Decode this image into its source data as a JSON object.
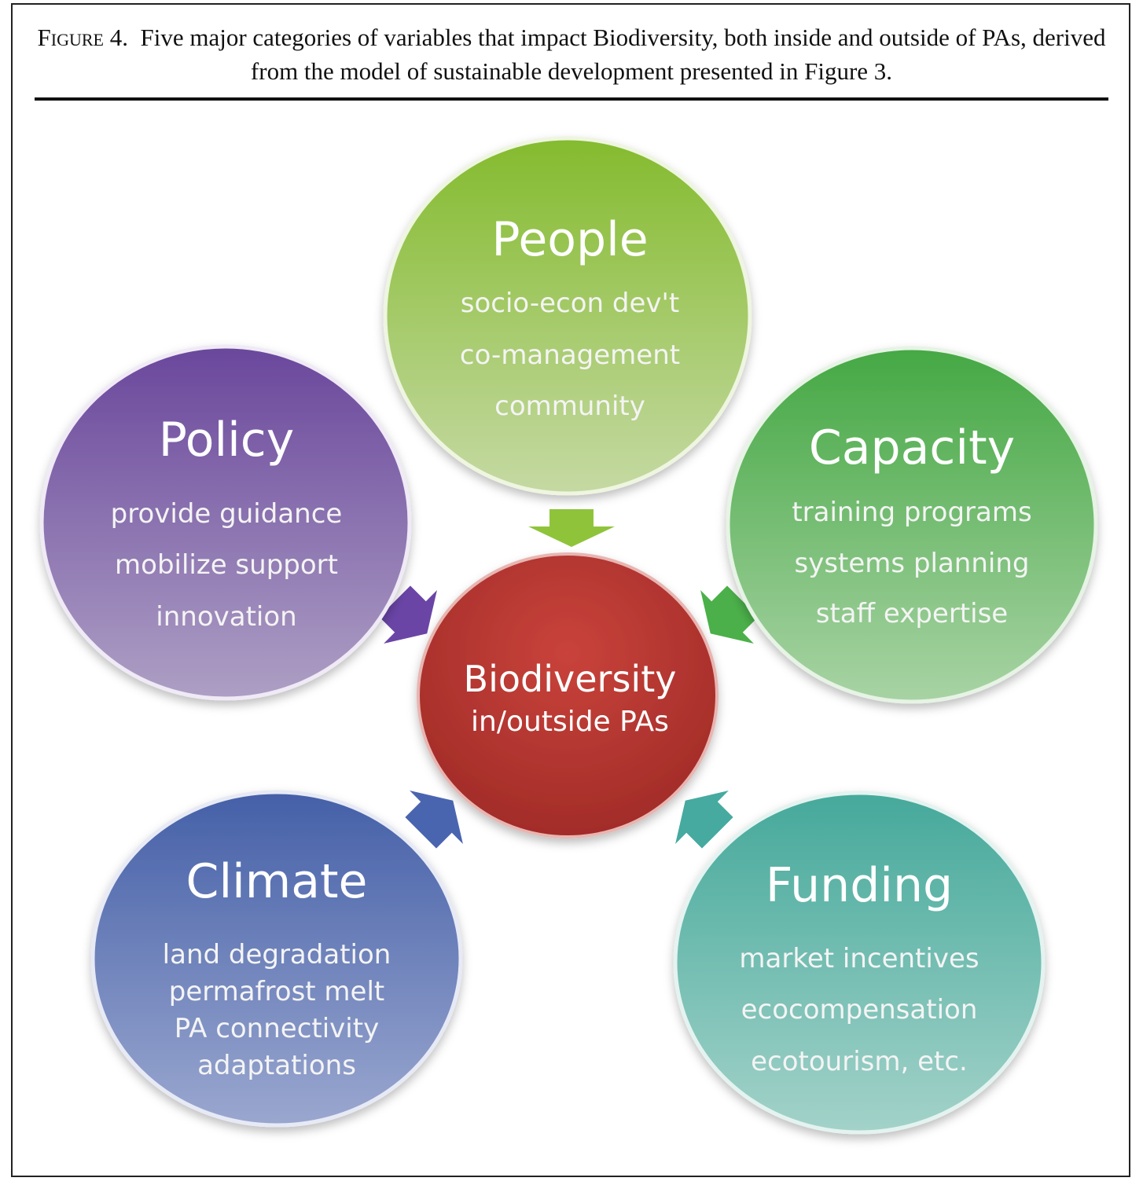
{
  "caption": {
    "label": "Figure 4.",
    "text": "Five major categories of variables that impact Biodiversity, both inside and outside of PAs, derived from the model of sustainable development presented in Figure 3."
  },
  "center": {
    "title": "Biodiversity",
    "subtitle": "in/outside PAs",
    "color": "#b8312c"
  },
  "nodes": [
    {
      "title": "People",
      "items": [
        "socio-econ dev't",
        "co-management",
        "community"
      ],
      "color": "#8fbf3a"
    },
    {
      "title": "Policy",
      "items": [
        "provide guidance",
        "mobilize support",
        "innovation"
      ],
      "color": "#6f4fa0"
    },
    {
      "title": "Capacity",
      "items": [
        "training programs",
        "systems planning",
        "staff expertise"
      ],
      "color": "#4fae4f"
    },
    {
      "title": "Climate",
      "items": [
        "land degradation",
        "permafrost melt",
        "PA connectivity",
        "adaptations"
      ],
      "color": "#4a68ad"
    },
    {
      "title": "Funding",
      "items": [
        "market incentives",
        "ecocompensation",
        "ecotourism, etc."
      ],
      "color": "#4fb0a3"
    }
  ]
}
